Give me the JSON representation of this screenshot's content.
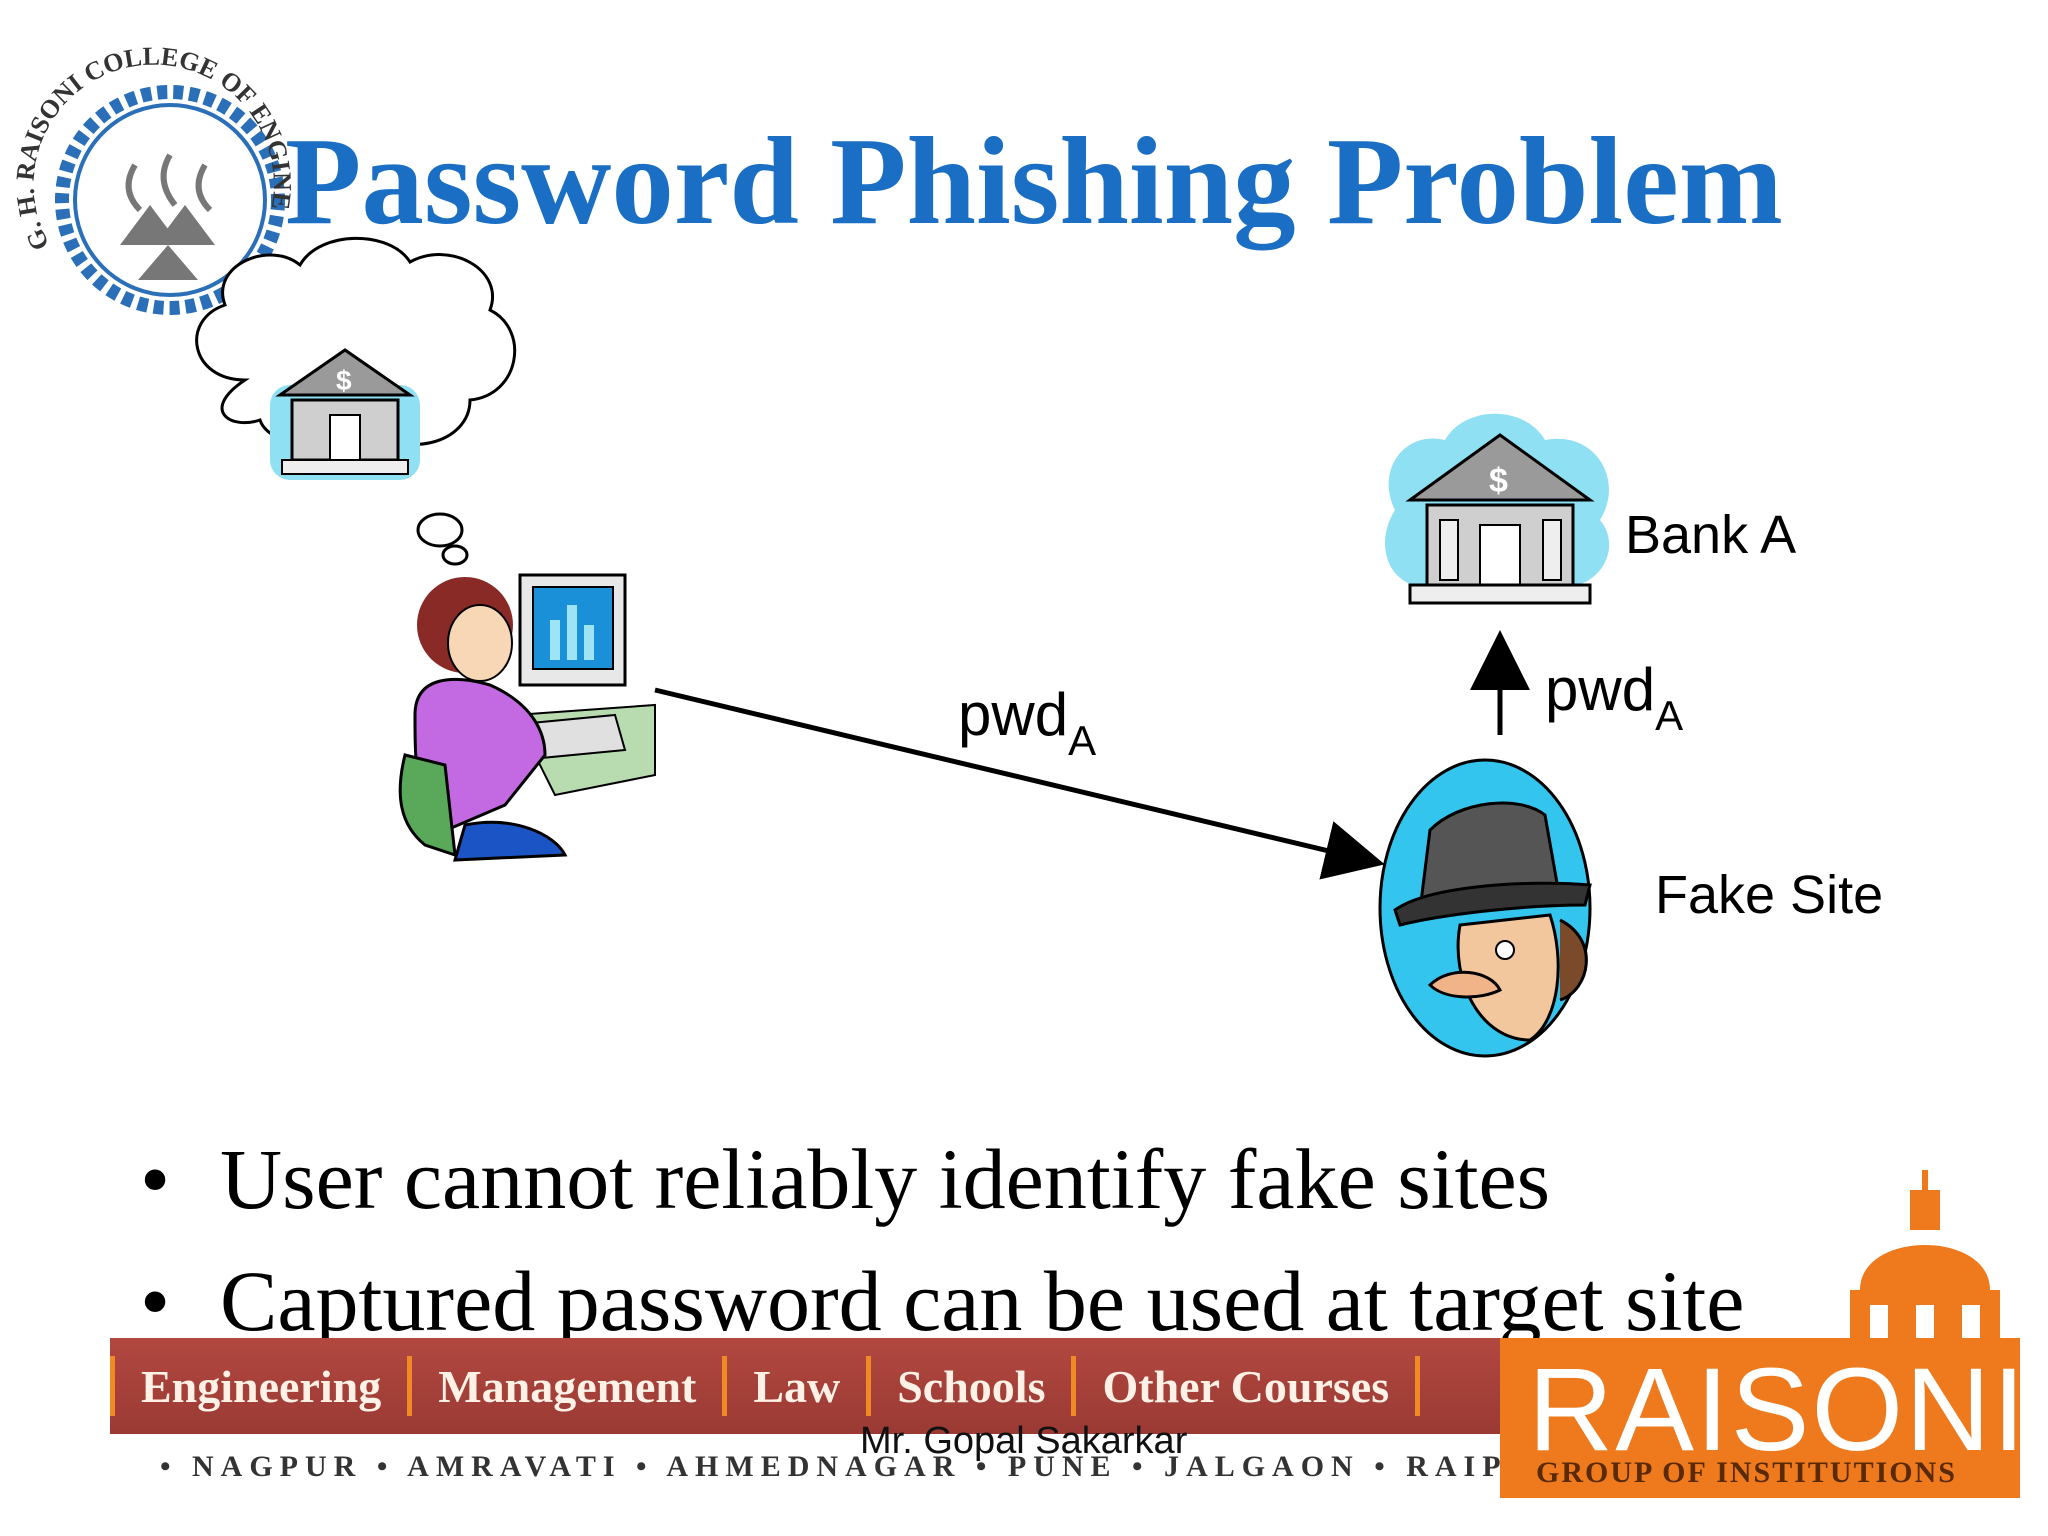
{
  "slide": {
    "title": "Password Phishing Problem",
    "labels": {
      "bank": "Bank A",
      "fake_site": "Fake Site",
      "pwd_user_to_fake": {
        "base": "pwd",
        "sub": "A"
      },
      "pwd_fake_to_bank": {
        "base": "pwd",
        "sub": "A"
      }
    },
    "bullets": [
      "User cannot reliably identify fake sites",
      "Captured password can be used at target site"
    ],
    "author": "Mr. Gopal Sakarkar"
  },
  "college_logo": {
    "text": "G. H. RAISONI COLLEGE OF ENGINEERING"
  },
  "footer": {
    "band_items": [
      "Engineering",
      "Management",
      "Law",
      "Schools",
      "Other Courses"
    ],
    "cities": "• NAGPUR • AMRAVATI • AHMEDNAGAR • PUNE • JALGAON • RAIPUR •",
    "brand_name": "RAISONI",
    "brand_sub": "GROUP OF INSTITUTIONS"
  },
  "colors": {
    "title": "#1a6fc4",
    "band": "#a8423b",
    "brand_orange": "#ee7a1d",
    "logo_blue": "#2a6fb7"
  }
}
